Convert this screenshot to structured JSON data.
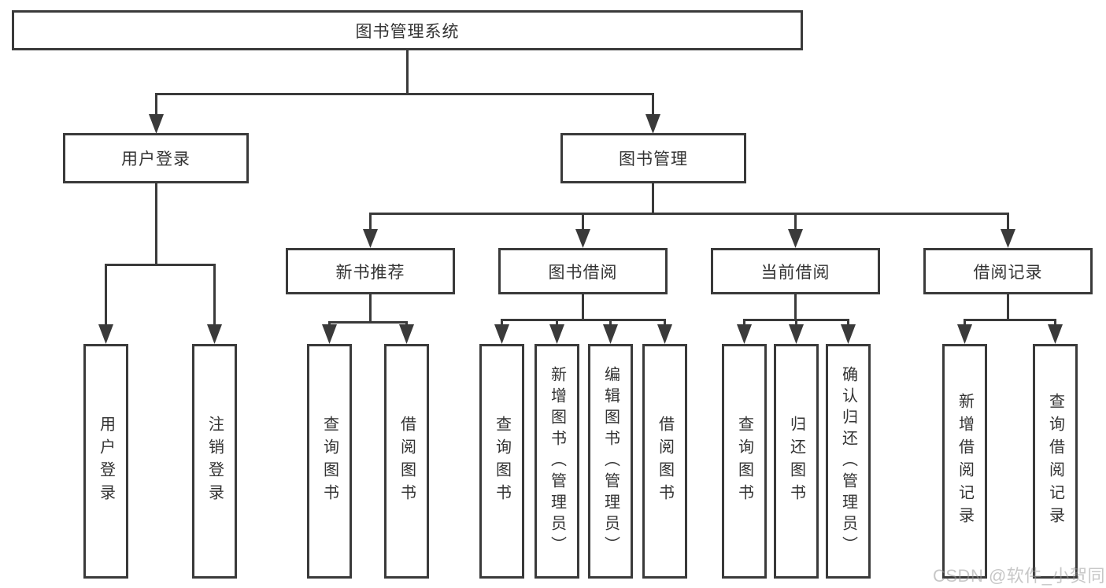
{
  "root": {
    "label": "图书管理系统"
  },
  "level2": {
    "user_login": {
      "label": "用户登录"
    },
    "book_management": {
      "label": "图书管理"
    }
  },
  "level3": {
    "new_book_rec": {
      "label": "新书推荐"
    },
    "book_borrow": {
      "label": "图书借阅"
    },
    "current_borrow": {
      "label": "当前借阅"
    },
    "borrow_record": {
      "label": "借阅记录"
    }
  },
  "leaves": {
    "user_login": [
      "用户登录",
      "注销登录"
    ],
    "new_book_rec": [
      "查询图书",
      "借阅图书"
    ],
    "book_borrow": [
      "查询图书",
      "新增图书（管理员）",
      "编辑图书（管理员）",
      "借阅图书"
    ],
    "current_borrow": [
      "查询图书",
      "归还图书",
      "确认归还（管理员）"
    ],
    "borrow_record": [
      "新增借阅记录",
      "查询借阅记录"
    ]
  },
  "watermark": "CSDN @软件_小贺同学",
  "colors": {
    "line": "#3a3a3a",
    "text": "#333333",
    "background": "#ffffff",
    "watermark": "#9a9a9a"
  }
}
